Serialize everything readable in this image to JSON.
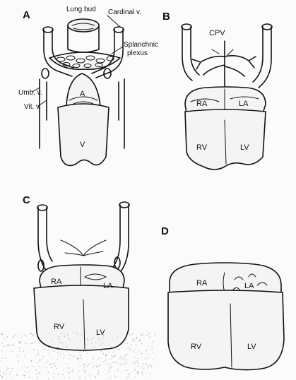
{
  "panels": {
    "a": {
      "letter": "A",
      "labels": {
        "lung_bud": "Lung bud",
        "cardinal_v": "Cardinal v.",
        "splanchnic_1": "Splanchnic",
        "splanchnic_2": "plexus",
        "umb_v": "Umb. v.",
        "vit_v": "Vit. v.",
        "atrium": "A",
        "ventricle": "V"
      }
    },
    "b": {
      "letter": "B",
      "labels": {
        "cpv": "CPV",
        "ra": "RA",
        "la": "LA",
        "rv": "RV",
        "lv": "LV"
      }
    },
    "c": {
      "letter": "C",
      "labels": {
        "ra": "RA",
        "la": "LA",
        "rv": "RV",
        "lv": "LV"
      }
    },
    "d": {
      "letter": "D",
      "labels": {
        "ra": "RA",
        "la": "LA",
        "rv": "RV",
        "lv": "LV"
      }
    }
  }
}
